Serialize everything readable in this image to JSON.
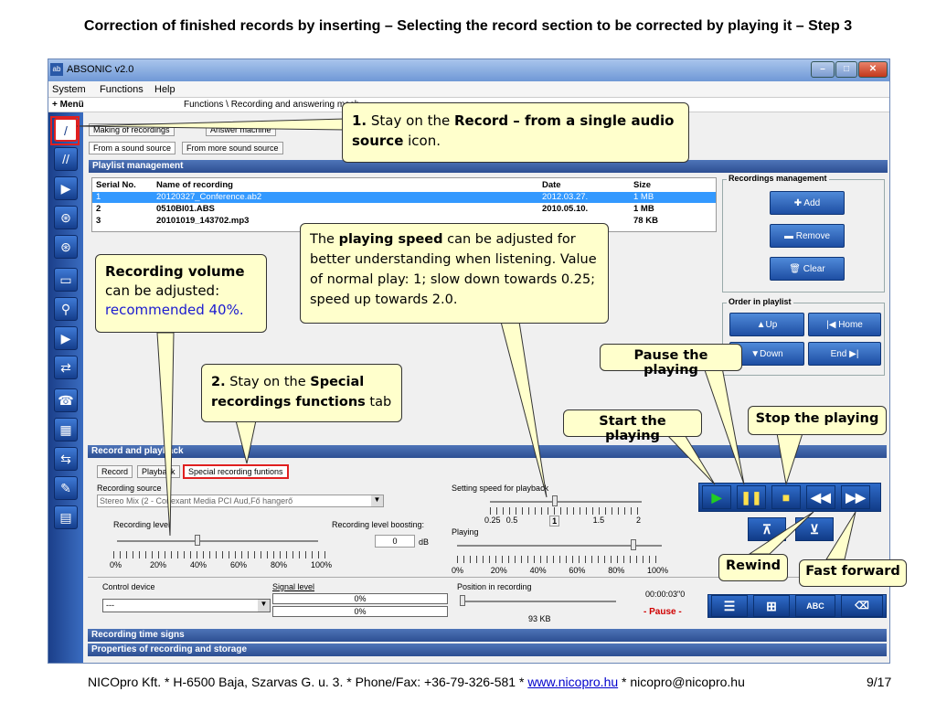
{
  "slide": {
    "title": "Correction of finished records by inserting – Selecting the record section to be corrected by playing it – Step 3",
    "footer_text": "NICOpro Kft. * H-6500 Baja, Szarvas G. u. 3. * Phone/Fax: +36-79-326-581 * ",
    "footer_link": "www.nicopro.hu",
    "footer_email": " * nicopro@nicopro.hu",
    "page": "9/17"
  },
  "window": {
    "title": "ABSONIC v2.0",
    "app_icon": "ab",
    "menu": [
      "System",
      "Functions",
      "Help"
    ],
    "menu_label": "+ Menü",
    "breadcrumb": "Functions \\ Recording and answering mach",
    "top_tabs": [
      "Making of recordings",
      "Answer machine"
    ],
    "source_tabs": [
      "From a sound source",
      "From more sound source"
    ]
  },
  "playlist": {
    "header": "Playlist management",
    "columns": [
      "Serial No.",
      "Name of recording",
      "Date",
      "Size"
    ],
    "rows": [
      {
        "no": "1",
        "name": "20120327_Conference.ab2",
        "date": "2012.03.27.",
        "size": "1 MB"
      },
      {
        "no": "2",
        "name": "0510BI01.ABS",
        "date": "2010.05.10.",
        "size": "1 MB"
      },
      {
        "no": "3",
        "name": "20101019_143702.mp3",
        "date": "",
        "size": "78 KB"
      }
    ]
  },
  "recordings_management": {
    "title": "Recordings management",
    "add": "Add",
    "remove": "Remove",
    "clear": "Clear"
  },
  "order": {
    "title": "Order in playlist",
    "up": "Up",
    "home": "Home",
    "down": "Down",
    "end": "End"
  },
  "record": {
    "header": "Record and playback",
    "tabs": [
      "Record",
      "Playback",
      "Special recording funtions"
    ],
    "source_label": "Recording source",
    "source_value": "Stereo Mix (2 - Conexant Media PCI Aud,Fő hangerő",
    "level_label": "Recording level",
    "level_scale": [
      "0%",
      "20%",
      "40%",
      "60%",
      "80%",
      "100%"
    ],
    "level_value": 0.4,
    "boost_label": "Recording level boosting:",
    "boost_value": "0",
    "boost_unit": "dB",
    "speed_label": "Setting speed for playback",
    "speed_scale": [
      "0.25",
      "0.5",
      "1",
      "1.5",
      "2"
    ],
    "speed_value": 1.0,
    "playing_label": "Playing",
    "playing_scale": [
      "0%",
      "20%",
      "40%",
      "60%",
      "80%",
      "100%"
    ],
    "playing_value": 0.86,
    "control_device_label": "Control device",
    "control_device_value": "---",
    "signal_label": "Signal level",
    "signal_values": [
      "0%",
      "0%"
    ],
    "position_label": "Position in recording",
    "position_size": "93 KB",
    "time": "00:00:03\"0",
    "status": "- Pause -"
  },
  "bottom_headers": [
    "Recording time signs",
    "Properties of recording and storage"
  ],
  "callouts": {
    "c1_num": "1.",
    "c1_pre": " Stay on the ",
    "c1_bold": "Record – from a single audio source",
    "c1_post": " icon.",
    "c2_num": "2.",
    "c2_pre": " Stay on the ",
    "c2_bold": "Special recordings functions",
    "c2_post": " tab",
    "volume_bold": "Recording volume",
    "volume_text": "can be adjusted:",
    "volume_rec": "recommended 40%.",
    "speed_pre": "The ",
    "speed_bold": "playing speed",
    "speed_post": " can be adjusted for better understanding when listening. Value of normal play: 1; slow down towards 0.25; speed up towards 2.0.",
    "pause": "Pause the playing",
    "start": "Start the playing",
    "stop": "Stop the playing",
    "rewind": "Rewind",
    "ffwd": "Fast forward"
  },
  "colors": {
    "callout_bg": "#ffffcc",
    "highlight": "#e02020",
    "selected_row": "#3399ff",
    "pane_header": "#2d4f92",
    "play_green": "#22cc22",
    "pause_yellow": "#ffe14d",
    "status_red": "#d00000"
  }
}
